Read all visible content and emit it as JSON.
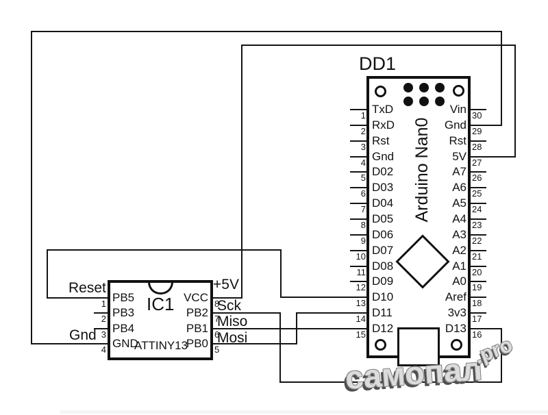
{
  "diagram": {
    "type": "circuit-schematic",
    "description": "Arduino Nano used as ISP programmer wired to an ATtiny13"
  },
  "colors": {
    "line": "#141414",
    "background": "#ffffff",
    "watermark_fill": "#dcdcdc",
    "watermark_shadow": "#4f4f4f"
  },
  "arduino": {
    "designator": "DD1",
    "body_label": "Arduino Nan0",
    "left_pins": [
      {
        "num": "1",
        "label": "TxD"
      },
      {
        "num": "2",
        "label": "RxD"
      },
      {
        "num": "3",
        "label": "Rst"
      },
      {
        "num": "4",
        "label": "Gnd"
      },
      {
        "num": "5",
        "label": "D02"
      },
      {
        "num": "6",
        "label": "D03"
      },
      {
        "num": "7",
        "label": "D04"
      },
      {
        "num": "8",
        "label": "D05"
      },
      {
        "num": "9",
        "label": "D06"
      },
      {
        "num": "10",
        "label": "D07"
      },
      {
        "num": "11",
        "label": "D08"
      },
      {
        "num": "12",
        "label": "D09"
      },
      {
        "num": "13",
        "label": "D10"
      },
      {
        "num": "14",
        "label": "D11"
      },
      {
        "num": "15",
        "label": "D12"
      }
    ],
    "right_pins": [
      {
        "num": "30",
        "label": "Vin"
      },
      {
        "num": "29",
        "label": "Gnd"
      },
      {
        "num": "28",
        "label": "Rst"
      },
      {
        "num": "27",
        "label": "5V"
      },
      {
        "num": "26",
        "label": "A7"
      },
      {
        "num": "25",
        "label": "A6"
      },
      {
        "num": "24",
        "label": "A5"
      },
      {
        "num": "23",
        "label": "A4"
      },
      {
        "num": "22",
        "label": "A3"
      },
      {
        "num": "21",
        "label": "A2"
      },
      {
        "num": "20",
        "label": "A1"
      },
      {
        "num": "19",
        "label": "A0"
      },
      {
        "num": "18",
        "label": "Aref"
      },
      {
        "num": "17",
        "label": "3v3"
      },
      {
        "num": "16",
        "label": "D13"
      }
    ]
  },
  "attiny": {
    "designator": "IC1",
    "part_label": "ATTINY13",
    "left_pins": [
      {
        "num": "1",
        "label": "PB5"
      },
      {
        "num": "2",
        "label": "PB3"
      },
      {
        "num": "3",
        "label": "PB4"
      },
      {
        "num": "4",
        "label": "GND"
      }
    ],
    "right_pins": [
      {
        "num": "8",
        "label": "VCC"
      },
      {
        "num": "7",
        "label": "PB2"
      },
      {
        "num": "6",
        "label": "PB1"
      },
      {
        "num": "5",
        "label": "PB0"
      }
    ]
  },
  "net_labels": {
    "reset": "Reset",
    "gnd": "Gnd",
    "plus5v": "+5V",
    "sck": "Sck",
    "miso": "Miso",
    "mosi": "Mosi"
  },
  "nets": [
    {
      "name": "Gnd",
      "from": "ATTINY13 pin 4 (GND)",
      "to": "Arduino pin 29 (Gnd)"
    },
    {
      "name": "+5V",
      "from": "ATTINY13 pin 8 (VCC)",
      "to": "Arduino pin 27 (5V)"
    },
    {
      "name": "Reset",
      "from": "ATTINY13 pin 1 (PB5)",
      "to": "Arduino pin 13 (D10)"
    },
    {
      "name": "Sck",
      "from": "ATTINY13 pin 7 (PB2)",
      "to": "Arduino pin 16 (D13)"
    },
    {
      "name": "Miso",
      "from": "ATTINY13 pin 6 (PB1)",
      "to": "Arduino pin 15 (D12)"
    },
    {
      "name": "Mosi",
      "from": "ATTINY13 pin 5 (PB0)",
      "to": "Arduino pin 14 (D11)"
    }
  ],
  "watermark": {
    "main": "самопал",
    "suffix": ".pro"
  }
}
